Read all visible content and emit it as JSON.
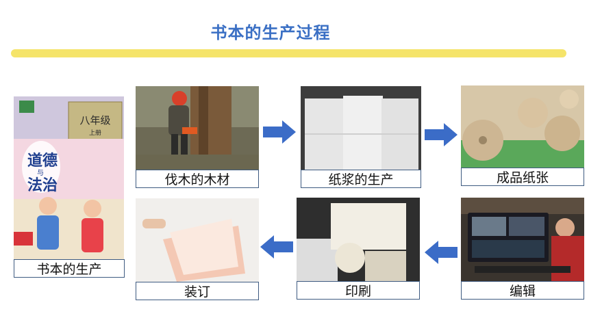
{
  "title": "书本的生产过程",
  "steps": [
    {
      "caption": "书本的生产"
    },
    {
      "caption": "伐木的木材"
    },
    {
      "caption": "纸浆的生产"
    },
    {
      "caption": "成品纸张"
    },
    {
      "caption": "装订"
    },
    {
      "caption": "印刷"
    },
    {
      "caption": "编辑"
    }
  ],
  "book_cover": {
    "grade": "八年级",
    "volume": "上册",
    "subject_line1": "道德",
    "subject_mid": "与",
    "subject_line2": "法治"
  },
  "colors": {
    "title": "#3a6fc4",
    "underline": "#f5e46a",
    "arrow": "#3b6cc7",
    "caption_border": "#3d5a80"
  },
  "icons": [
    "arrow-right-icon",
    "arrow-right-icon",
    "arrow-left-icon",
    "arrow-left-icon"
  ]
}
